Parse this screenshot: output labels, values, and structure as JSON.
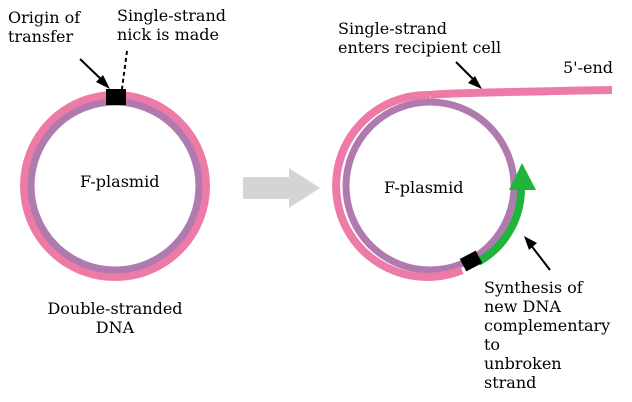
{
  "left_panel": {
    "origin_label_line1": "Origin of",
    "origin_label_line2": "transfer",
    "nick_label_line1": "Single-strand",
    "nick_label_line2": "nick is made",
    "plasmid_label": "F-plasmid",
    "caption_line1": "Double-stranded",
    "caption_line2": "DNA"
  },
  "right_panel": {
    "strand_label_line1": "Single-strand",
    "strand_label_line2": "enters recipient cell",
    "end_label": "5'-end",
    "plasmid_label": "F-plasmid",
    "synthesis_line1": "Synthesis of",
    "synthesis_line2": "new DNA",
    "synthesis_line3": "complementary",
    "synthesis_line4": "to",
    "synthesis_line5": "unbroken",
    "synthesis_line6": "strand"
  },
  "colors": {
    "outer_strand": "#ee7aa7",
    "inner_strand": "#b07aaf",
    "new_strand": "#22b33c",
    "marker": "#000000",
    "arrow": "#d4d4d4"
  }
}
